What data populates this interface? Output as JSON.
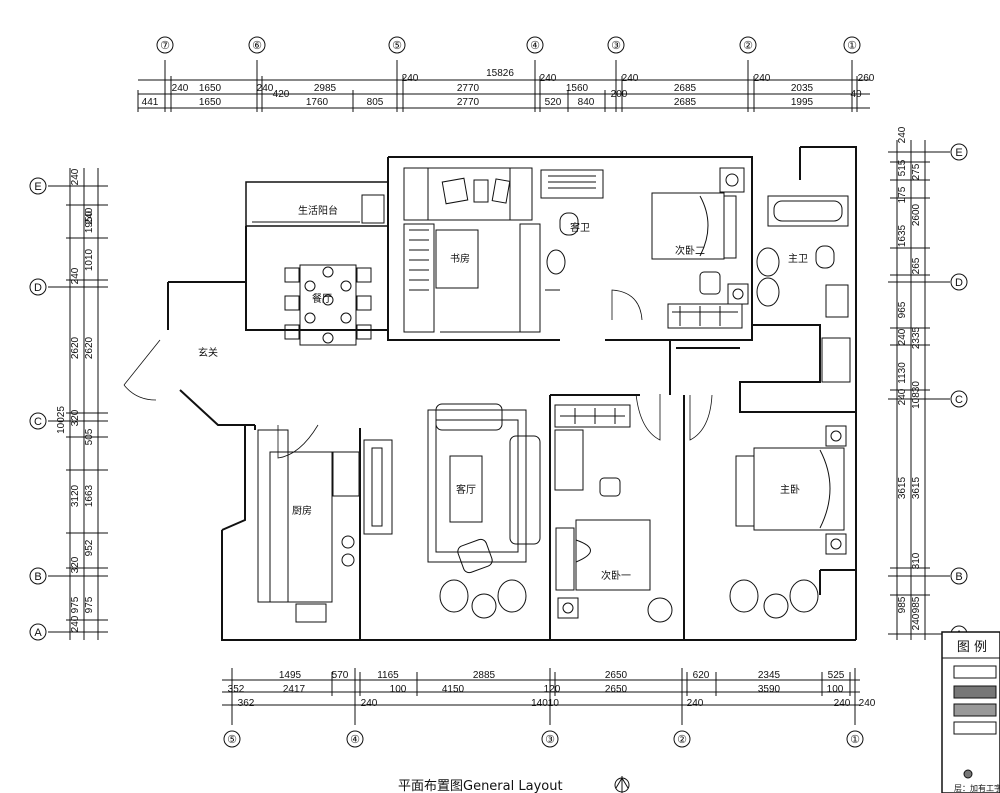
{
  "title": "平面布置图General Layout",
  "top_axes": [
    "⑦",
    "⑥",
    "⑤",
    "④",
    "③",
    "②",
    "①"
  ],
  "bottom_axes": [
    "⑤",
    "④",
    "③",
    "②",
    "①"
  ],
  "side_axes": [
    "E",
    "D",
    "C",
    "B",
    "A"
  ],
  "top_dims": {
    "total": "15826",
    "row1": [
      "240",
      "1650",
      "240",
      "2985",
      "240",
      "2770",
      "240",
      "1560",
      "240",
      "2685",
      "240",
      "2035",
      "260"
    ],
    "row2": [
      "441",
      "1650",
      "420",
      "1760",
      "805",
      "2770",
      "520",
      "840",
      "200",
      "2685",
      "1995",
      "40"
    ]
  },
  "bottom_dims": {
    "total": "14010",
    "row1": [
      "1495",
      "570",
      "1165",
      "2885",
      "2650",
      "620",
      "2345",
      "525"
    ],
    "row2": [
      "352",
      "2417",
      "100",
      "4150",
      "120",
      "2650",
      "3590",
      "100",
      "240"
    ],
    "row3": [
      "362",
      "240",
      "240",
      "240"
    ]
  },
  "left_dims": {
    "total": "10025",
    "row1": [
      "240",
      "1950",
      "1010",
      "240",
      "2620",
      "320",
      "505",
      "3120",
      "320",
      "975",
      "240"
    ],
    "row2": [
      "240",
      "2620",
      "1663",
      "952",
      "975"
    ]
  },
  "right_dims": {
    "total": "10830",
    "row1": [
      "240",
      "515",
      "275",
      "175",
      "2600",
      "1635",
      "265",
      "965",
      "240",
      "1130",
      "240",
      "3615",
      "310",
      "985",
      "240"
    ],
    "row2": [
      "2335",
      "3615",
      "985"
    ]
  },
  "rooms": {
    "balcony": "生活阳台",
    "study": "书房",
    "guest_bath": "客卫",
    "bedroom2": "次卧二",
    "master_bath": "主卫",
    "entrance": "玄关",
    "dining": "餐厅",
    "living": "客厅",
    "kitchen": "厨房",
    "bedroom1": "次卧一",
    "master": "主卧"
  },
  "legend": {
    "title": "图 例",
    "footer": "层：加有工字"
  }
}
